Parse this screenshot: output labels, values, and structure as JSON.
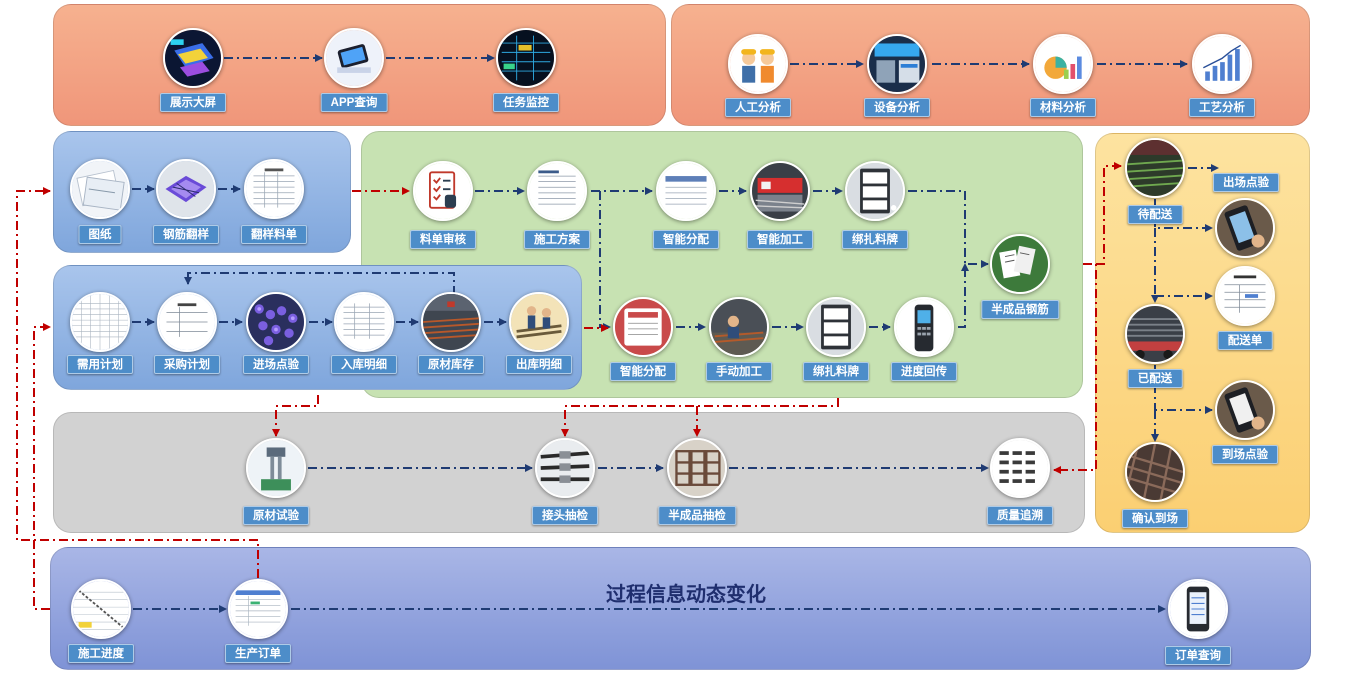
{
  "colors": {
    "navy_line": "#1f3b73",
    "red_line": "#c00000",
    "label_bg": "#4d8dc9"
  },
  "title": "过程信息动态变化",
  "nodes": {
    "display_screen": "展示大屏",
    "app_query": "APP查询",
    "task_monitor": "任务监控",
    "labor_analysis": "人工分析",
    "equipment_analysis": "设备分析",
    "material_analysis": "材料分析",
    "process_analysis": "工艺分析",
    "drawings": "图纸",
    "rebar_sample": "钢筋翻样",
    "sample_list": "翻样料单",
    "list_review": "料单审核",
    "construction_plan": "施工方案",
    "smart_alloc_top": "智能分配",
    "smart_processing": "智能加工",
    "tag_top": "绑扎料牌",
    "semi_rebar": "半成品钢筋",
    "demand_plan": "需用计划",
    "purchase_plan": "采购计划",
    "incoming_check": "进场点验",
    "inbound_detail": "入库明细",
    "raw_stock": "原材库存",
    "outbound_detail": "出库明细",
    "smart_alloc_bottom": "智能分配",
    "manual_processing": "手动加工",
    "tag_bottom": "绑扎料牌",
    "progress_report": "进度回传",
    "pending_delivery": "待配送",
    "exit_check": "出场点验",
    "delivery_note": "配送单",
    "delivered": "已配送",
    "arrival_check": "到场点验",
    "confirm_arrival": "确认到场",
    "raw_test": "原材试验",
    "joint_sampling": "接头抽检",
    "semi_sampling": "半成品抽检",
    "quality_trace": "质量追溯",
    "construction_progress": "施工进度",
    "production_order": "生产订单",
    "order_query": "订单查询"
  }
}
